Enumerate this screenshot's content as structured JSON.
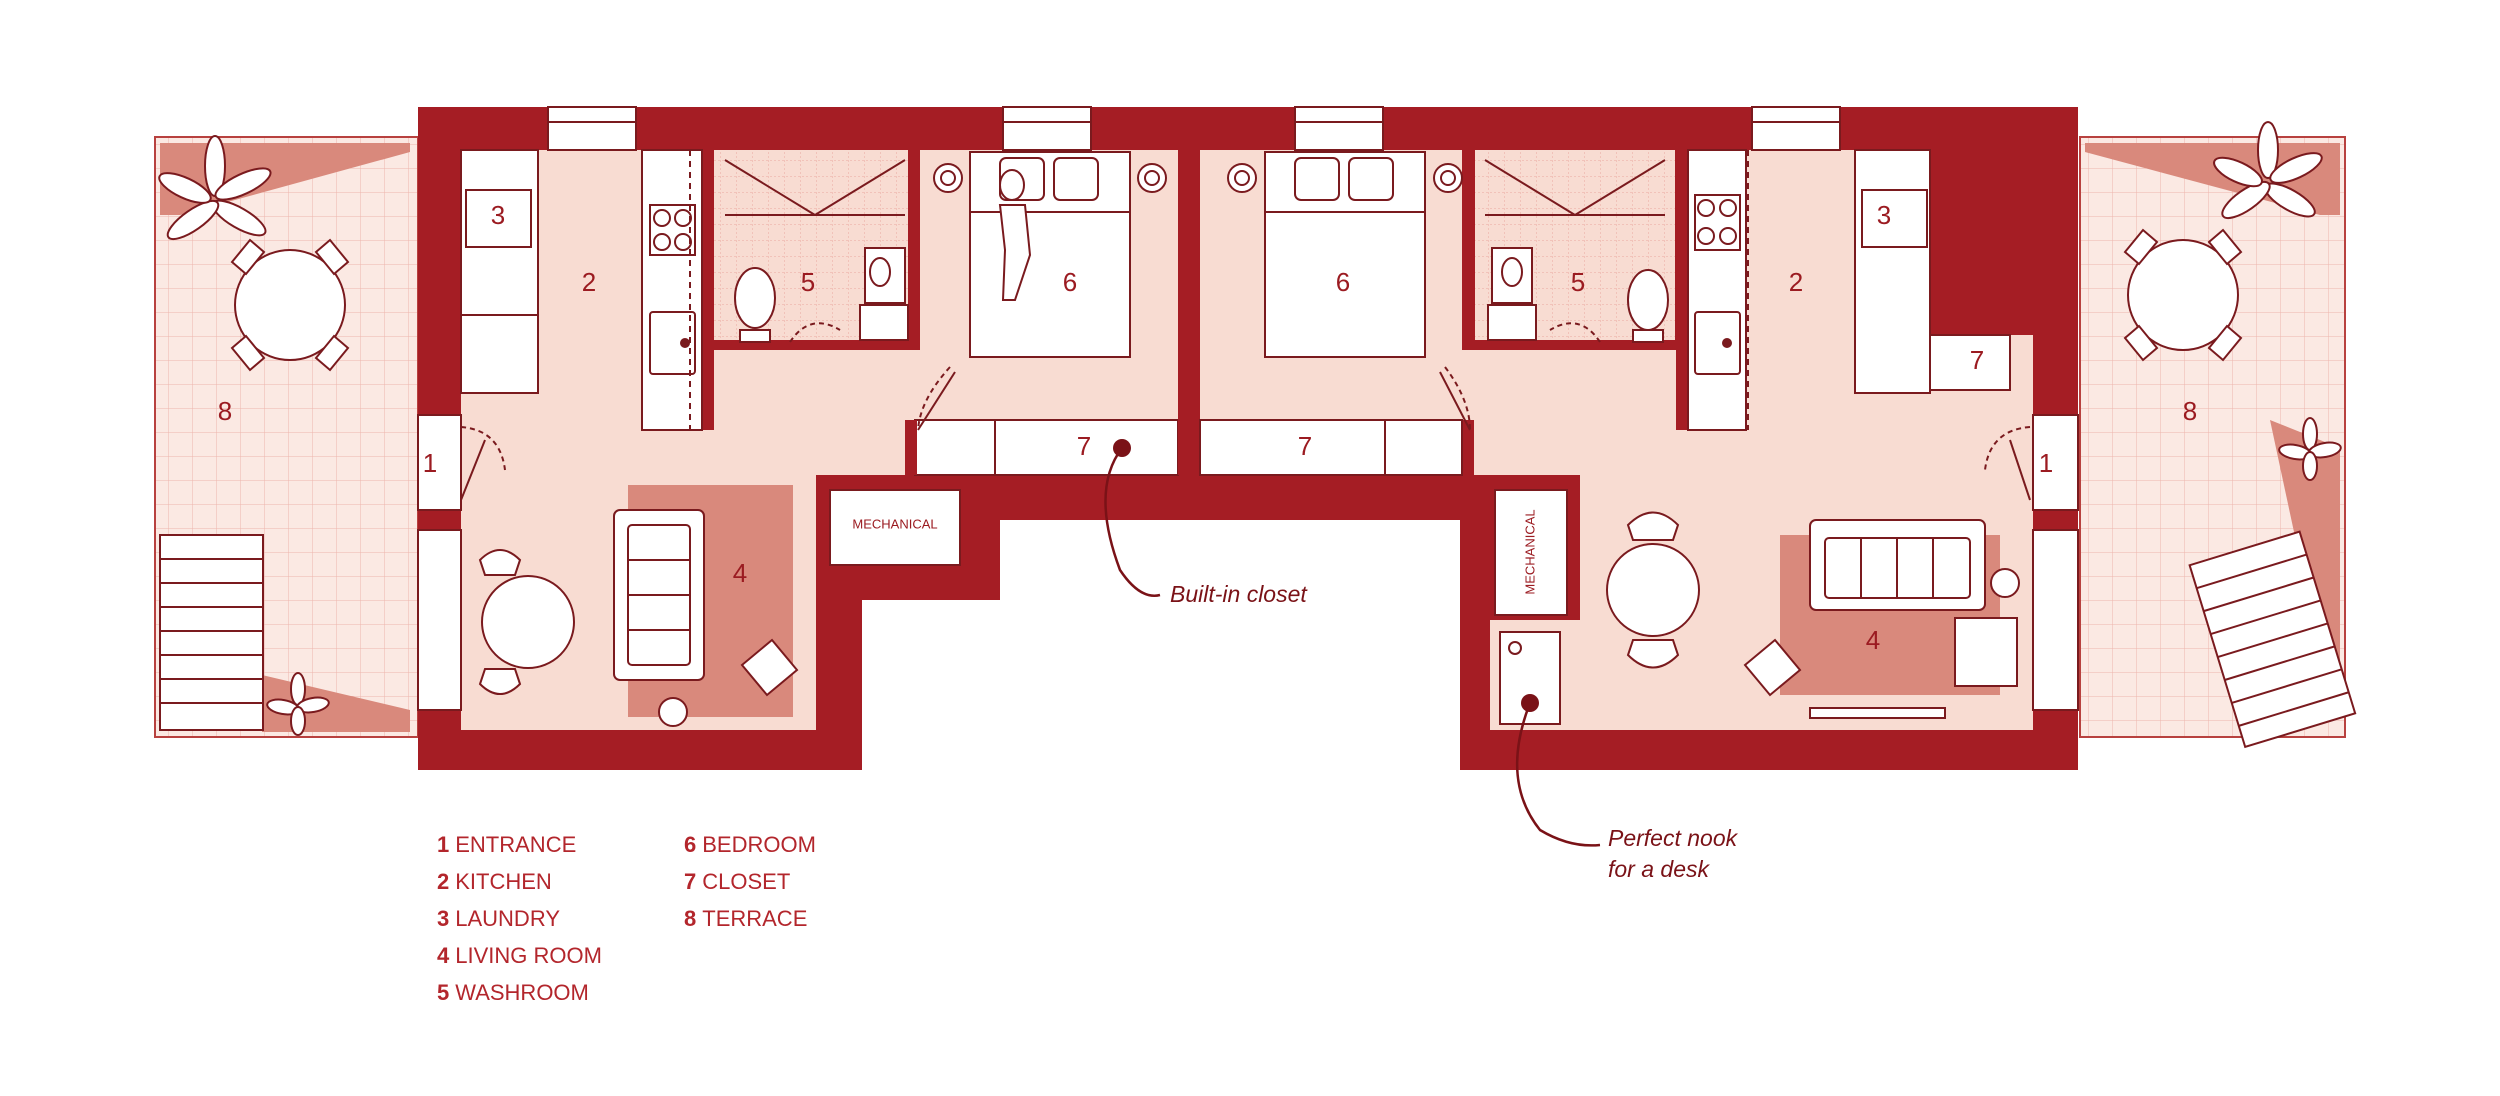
{
  "colors": {
    "wall": "#a51d24",
    "wall_dark": "#8e141b",
    "floor": "#f8dcd2",
    "terrace_floor": "#fbe9e3",
    "rug": "#d9897c",
    "line": "#7a1a1e",
    "label": "#9b1b21"
  },
  "rooms": {
    "left": {
      "entrance": "1",
      "kitchen": "2",
      "laundry": "3",
      "living": "4",
      "washroom": "5",
      "bedroom": "6",
      "closet": "7",
      "terrace": "8",
      "mechanical": "MECHANICAL"
    },
    "right": {
      "entrance": "1",
      "kitchen": "2",
      "laundry": "3",
      "living": "4",
      "washroom": "5",
      "bedroom": "6",
      "closet_bedroom": "7",
      "closet_kitchen": "7",
      "terrace": "8",
      "mechanical": "MECHANICAL"
    }
  },
  "callouts": {
    "closet_line1": "Built-in closet",
    "nook_line1": "Perfect nook",
    "nook_line2": "for a desk"
  },
  "legend": [
    {
      "num": "1",
      "label": "ENTRANCE"
    },
    {
      "num": "2",
      "label": "KITCHEN"
    },
    {
      "num": "3",
      "label": "LAUNDRY"
    },
    {
      "num": "4",
      "label": "LIVING ROOM"
    },
    {
      "num": "5",
      "label": "WASHROOM"
    },
    {
      "num": "6",
      "label": "BEDROOM"
    },
    {
      "num": "7",
      "label": "CLOSET"
    },
    {
      "num": "8",
      "label": "TERRACE"
    }
  ]
}
